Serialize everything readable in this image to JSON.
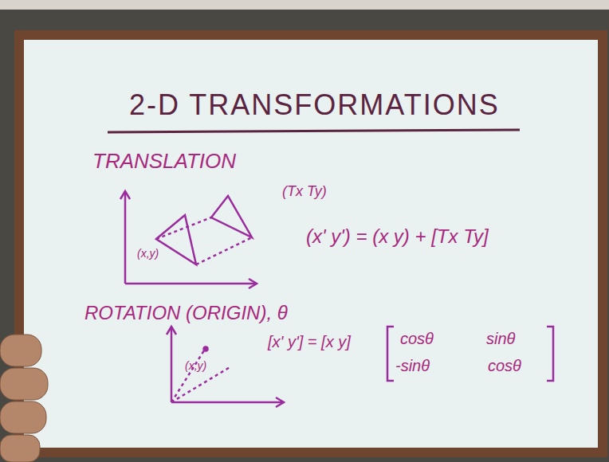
{
  "diagram": {
    "title": "2-D TRANSFORMATIONS",
    "labels": [
      "TRANSLATION",
      "(x,y)",
      "(Tx Ty)",
      "(x' y') = (x y) + [Tx Ty]",
      "ROTATION (ORIGIN), θ",
      "(x,y)",
      "[x' y'] = [x y]",
      "cosθ",
      "sinθ",
      "-sinθ",
      "cosθ"
    ]
  }
}
